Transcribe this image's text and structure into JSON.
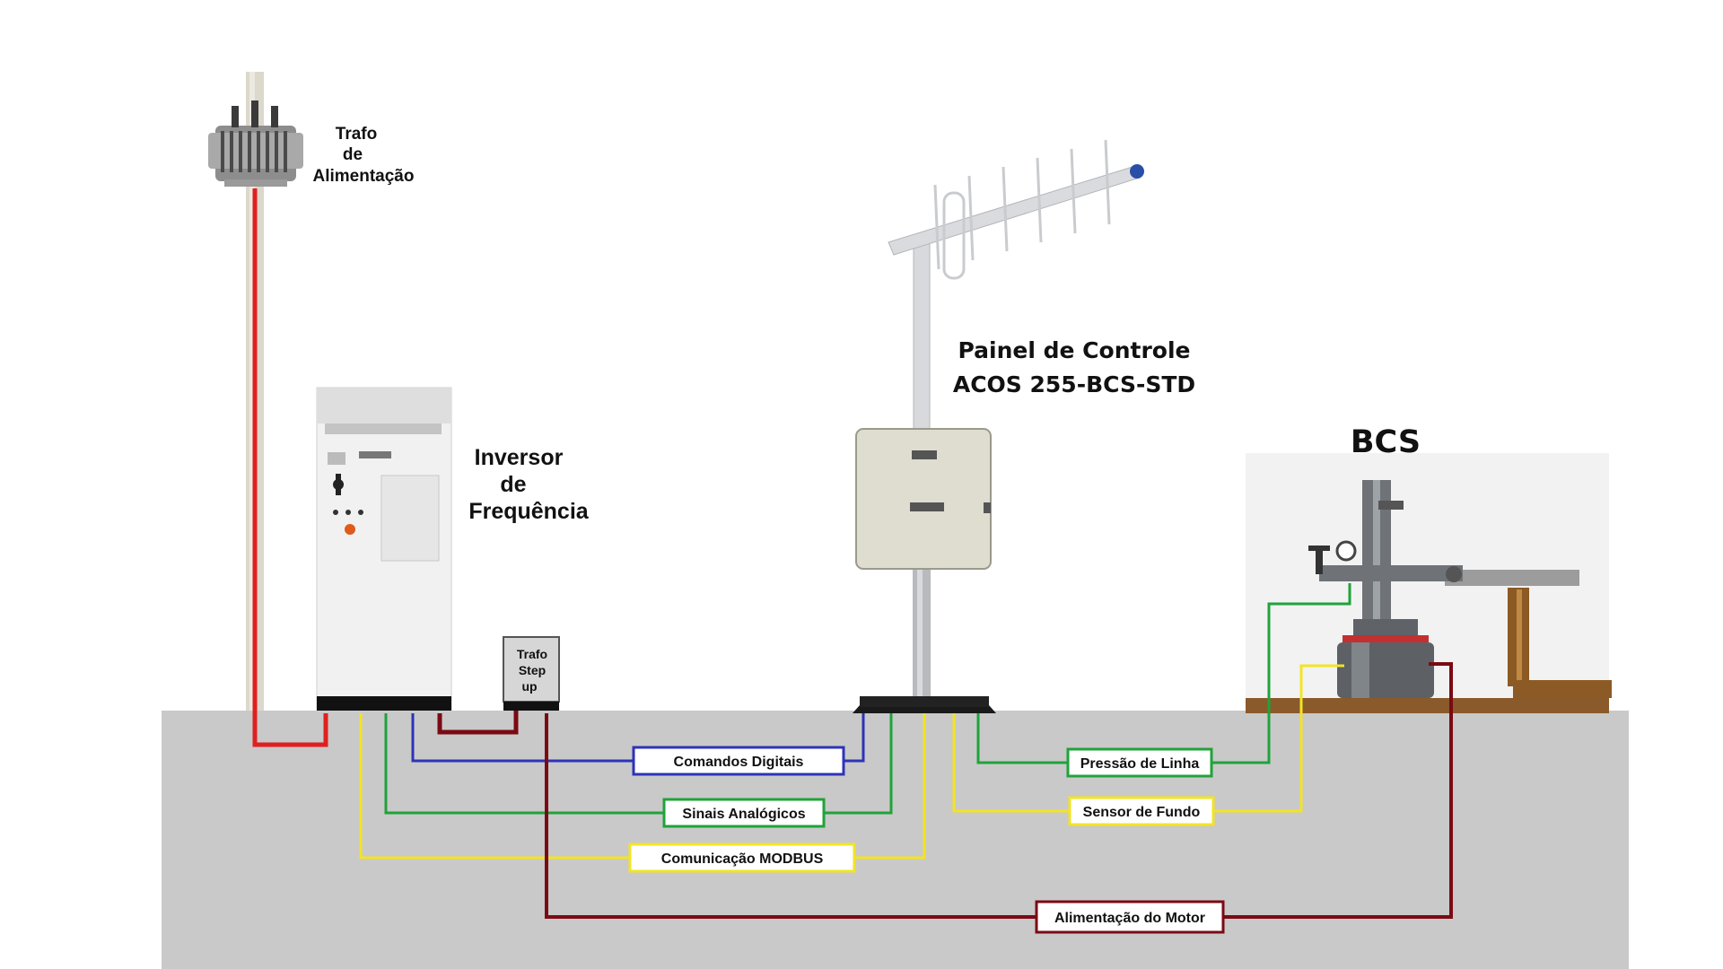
{
  "labels": {
    "trafo_alimentacao": [
      "Trafo",
      "de",
      "Alimentação"
    ],
    "inversor": [
      "Inversor",
      "de",
      "Frequência"
    ],
    "trafo_stepup": [
      "Trafo",
      "Step",
      "up"
    ],
    "painel": [
      "Painel de Controle",
      "ACOS 255-BCS-STD"
    ],
    "bcs": "BCS"
  },
  "connections": [
    {
      "id": "comandos",
      "label": "Comandos Digitais",
      "color": "#2e33b8"
    },
    {
      "id": "sinais",
      "label": "Sinais Analógicos",
      "color": "#1fa33a"
    },
    {
      "id": "modbus",
      "label": "Comunicação MODBUS",
      "color": "#f2e424"
    },
    {
      "id": "pressao",
      "label": "Pressão de Linha",
      "color": "#1fa33a"
    },
    {
      "id": "sensor",
      "label": "Sensor de Fundo",
      "color": "#f2e424"
    },
    {
      "id": "motor",
      "label": "Alimentação do Motor",
      "color": "#7a0a14"
    }
  ],
  "colors": {
    "power": "#e02020",
    "step_up": "#7a0a14",
    "ground": "#c9c9c9",
    "soil": "#8a5a2b"
  }
}
